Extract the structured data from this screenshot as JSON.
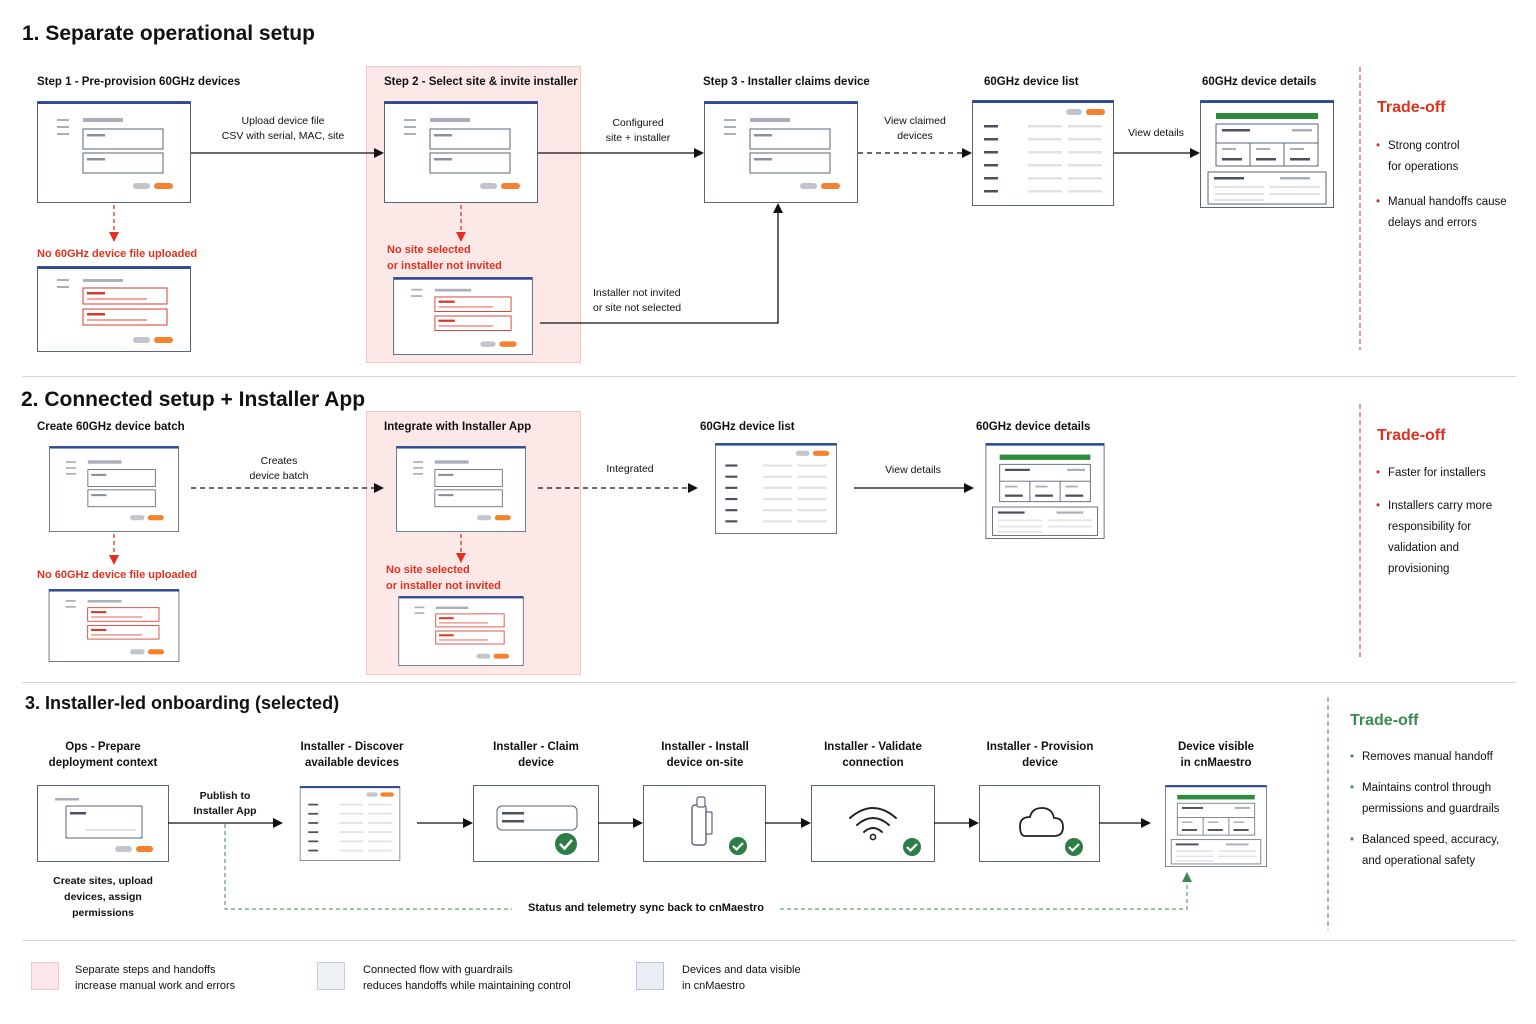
{
  "sections": [
    {
      "title": "1.  Separate operational setup"
    },
    {
      "title": "2.  Connected setup + Installer App"
    },
    {
      "title": "3.  Installer-led onboarding (selected)"
    }
  ],
  "s1": {
    "step1": "Step 1 - Pre-provision 60GHz devices",
    "step2": "Step 2 - Select site & invite installer",
    "step3": "Step 3 - Installer claims device",
    "list": "60GHz device list",
    "details": "60GHz device details",
    "e1a": "Upload device file",
    "e1b": "CSV with serial, MAC, site",
    "e2a": "Configured",
    "e2b": "site + installer",
    "e3a": "View claimed",
    "e3b": "devices",
    "e4": "View details",
    "err1": "No 60GHz device file uploaded",
    "err2a": "No site selected",
    "err2b": "or installer not invited",
    "ret_a": "Installer not invited",
    "ret_b": "or site not selected",
    "tradeoff": "Trade-off",
    "b1a": "Strong control",
    "b1b": "for operations",
    "b2a": "Manual handoffs cause",
    "b2b": "delays and errors"
  },
  "s2": {
    "step1": "Create 60GHz device batch",
    "step2": "Integrate with Installer App",
    "list": "60GHz device list",
    "details": "60GHz device details",
    "e1a": "Creates",
    "e1b": "device batch",
    "e2": "Integrated",
    "e3": "View details",
    "err1": "No 60GHz device file uploaded",
    "err2a": "No site selected",
    "err2b": "or installer not invited",
    "tradeoff": "Trade-off",
    "b1": "Faster for installers",
    "b2a": "Installers carry more",
    "b2b": "responsibility for",
    "b2c": "validation and",
    "b2d": "provisioning"
  },
  "s3": {
    "st1a": "Ops - Prepare",
    "st1b": "deployment context",
    "st2a": "Installer - Discover",
    "st2b": "available devices",
    "st3a": "Installer - Claim",
    "st3b": "device",
    "st4a": "Installer - Install",
    "st4b": "device on-site",
    "st5a": "Installer - Validate",
    "st5b": "connection",
    "st6a": "Installer - Provision",
    "st6b": "device",
    "st7a": "Device visible",
    "st7b": "in cnMaestro",
    "pub_a": "Publish to",
    "pub_b": "Installer App",
    "sub_a": "Create sites, upload",
    "sub_b": "devices, assign",
    "sub_c": "permissions",
    "sync": "Status and telemetry sync back to cnMaestro",
    "tradeoff": "Trade-off",
    "b1": "Removes manual handoff",
    "b2a": "Maintains control through",
    "b2b": "permissions and guardrails",
    "b3a": "Balanced speed, accuracy,",
    "b3b": "and operational safety"
  },
  "legend": [
    {
      "line1": "Separate steps and handoffs",
      "line2": "increase manual work and errors",
      "color": "#fde8e8"
    },
    {
      "line1": "Connected flow with guardrails",
      "line2": "reduces handoffs while maintaining control",
      "color": "#edf0f4"
    },
    {
      "line1": "Devices and data visible",
      "line2": "in cnMaestro",
      "color": "#e9eef6"
    }
  ],
  "colors": {
    "error": "#e0301e",
    "accent": "#f5812d",
    "ok": "#2e7d46",
    "brand": "#2c4a9a"
  },
  "icons": [
    "wifi-icon",
    "cloud-icon",
    "check-icon",
    "handheld-device-icon"
  ]
}
